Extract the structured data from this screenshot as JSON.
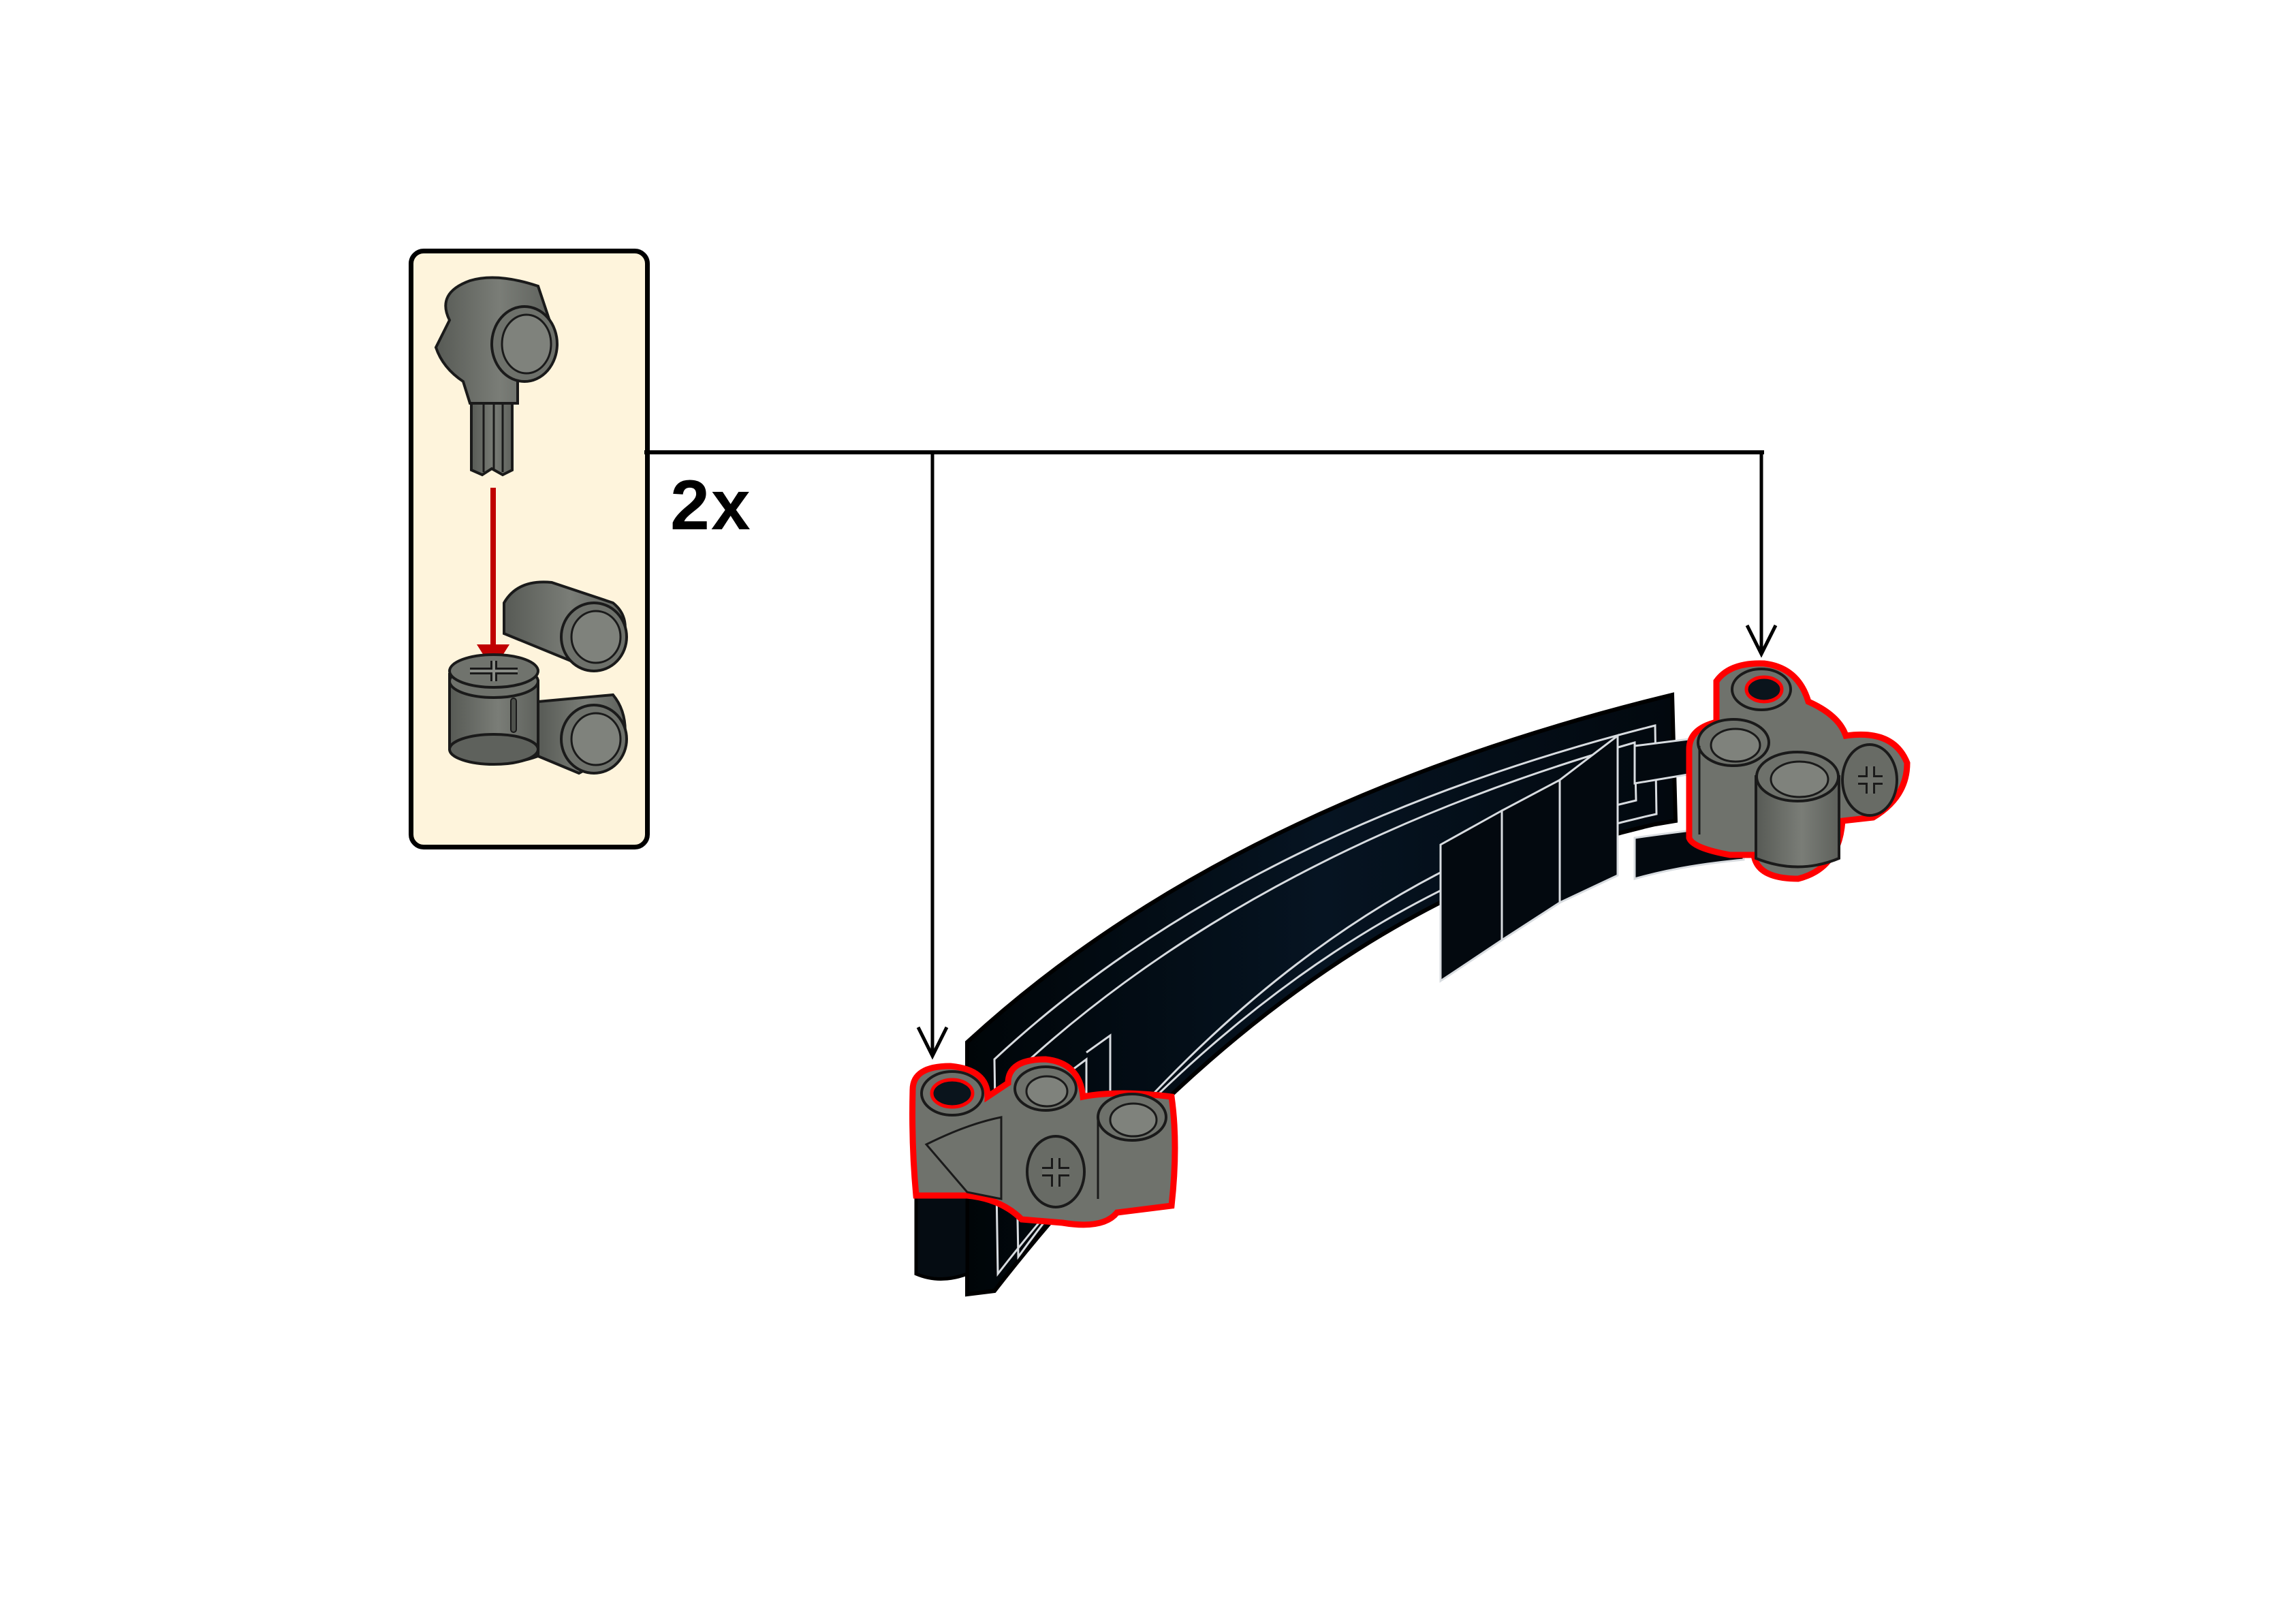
{
  "instruction_step": {
    "subassembly_callout": {
      "background_color": "#FEF4DC",
      "border_color": "#000000",
      "parts": [
        {
          "name": "axle-pin-with-perpendicular-pin-hole",
          "color": "#6B6E68"
        },
        {
          "name": "perpendicular-axle-and-pin-connector",
          "color": "#6B6E68"
        }
      ],
      "assembly_arrow_color": "#C00000"
    },
    "quantity_label": "2x",
    "main_model": {
      "panel_name": "curved-technic-panel",
      "panel_color": "#05101A",
      "panel_edge_color": "#D8DCE0",
      "attached_subassembly_count": 2,
      "new_part_highlight_color": "#FF0000"
    },
    "callout_pointer_lines": {
      "color": "#000000",
      "targets": [
        "left-connector",
        "right-connector"
      ]
    }
  }
}
